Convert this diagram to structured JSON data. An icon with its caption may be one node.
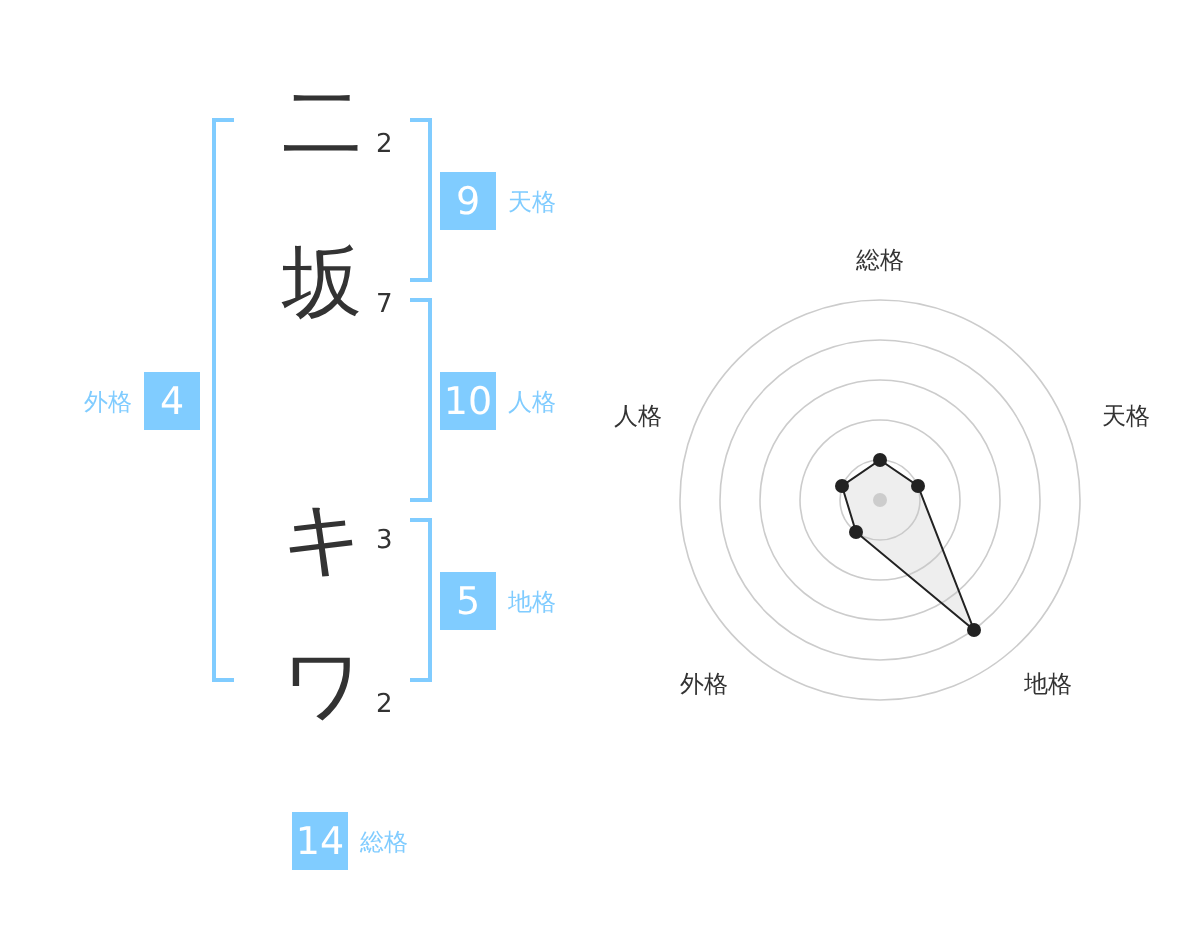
{
  "diagram": {
    "nodes": [
      {
        "text": [
          "9"
        ],
        "beside": [
          "天格"
        ]
      },
      {
        "text": [
          "10"
        ],
        "beside": [
          "人格"
        ]
      },
      {
        "text": [
          "5"
        ],
        "beside": [
          "地格"
        ]
      },
      {
        "text": [
          "4"
        ],
        "beside": [
          "外格"
        ]
      },
      {
        "text": [
          "14"
        ],
        "beside": [
          "総格"
        ]
      }
    ],
    "labels": [
      "二",
      "2",
      "坂",
      "7",
      "キ",
      "3",
      "ワ",
      "2",
      "総格",
      "人格",
      "天格",
      "外格",
      "地格"
    ]
  }
}
